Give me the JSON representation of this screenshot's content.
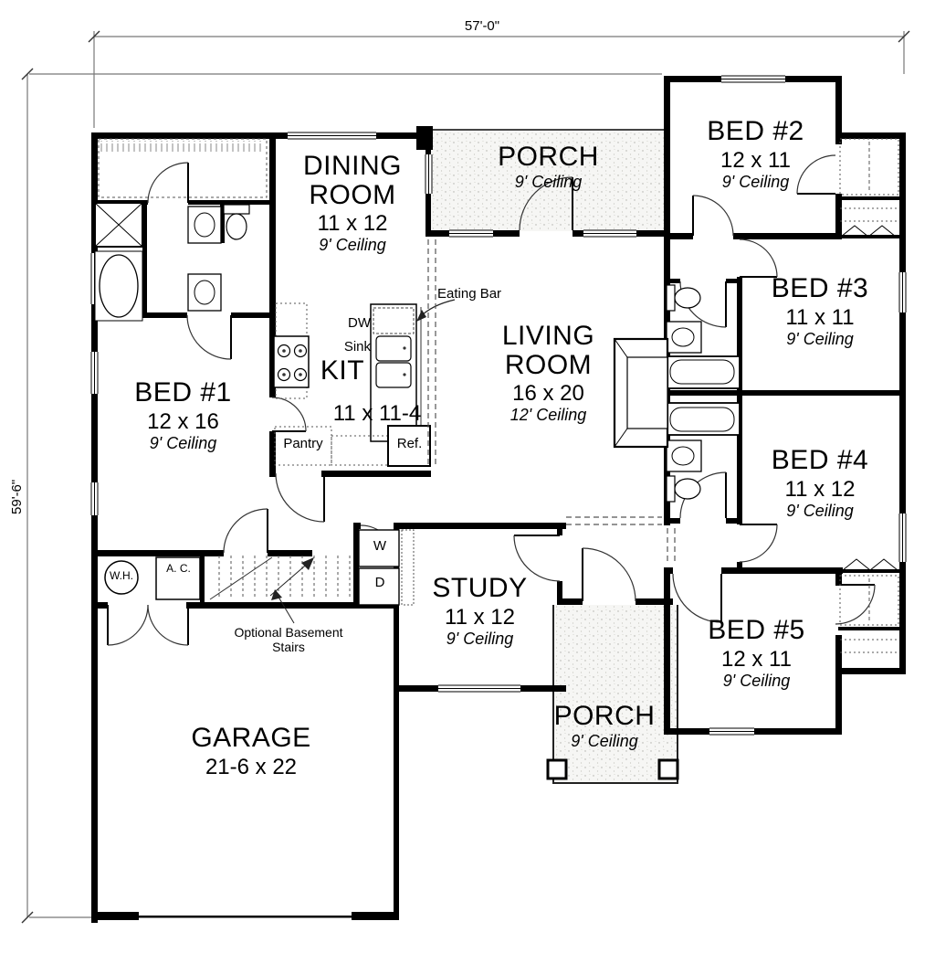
{
  "dimensions": {
    "width_label": "57'-0\"",
    "height_label": "59'-6\""
  },
  "rooms": {
    "dining": {
      "line1": "DINING",
      "line2": "ROOM",
      "size": "11 x 12",
      "ceiling": "9' Ceiling"
    },
    "porch_top": {
      "name": "PORCH",
      "ceiling": "9' Ceiling"
    },
    "bed2": {
      "name": "BED #2",
      "size": "12 x 11",
      "ceiling": "9' Ceiling"
    },
    "bed3": {
      "name": "BED #3",
      "size": "11 x 11",
      "ceiling": "9' Ceiling"
    },
    "bed4": {
      "name": "BED #4",
      "size": "11 x 12",
      "ceiling": "9' Ceiling"
    },
    "bed5": {
      "name": "BED #5",
      "size": "12 x 11",
      "ceiling": "9' Ceiling"
    },
    "bed1": {
      "name": "BED #1",
      "size": "12 x 16",
      "ceiling": "9' Ceiling"
    },
    "living": {
      "line1": "LIVING",
      "line2": "ROOM",
      "size": "16 x 20",
      "ceiling": "12' Ceiling"
    },
    "kitchen": {
      "name": "KIT",
      "size": "11 x 11-4"
    },
    "study": {
      "name": "STUDY",
      "size": "11 x 12",
      "ceiling": "9' Ceiling"
    },
    "porch_bottom": {
      "name": "PORCH",
      "ceiling": "9' Ceiling"
    },
    "garage": {
      "name": "GARAGE",
      "size": "21-6 x 22"
    }
  },
  "fixtures": {
    "eating_bar": "Eating Bar",
    "dishwasher": "DW",
    "sink": "Sink",
    "pantry": "Pantry",
    "refrigerator": "Ref.",
    "water_heater": "W.H.",
    "air_conditioner": "A. C.",
    "washer": "W",
    "dryer": "D"
  },
  "notes": {
    "stairs_line1": "Optional Basement",
    "stairs_line2": "Stairs"
  }
}
